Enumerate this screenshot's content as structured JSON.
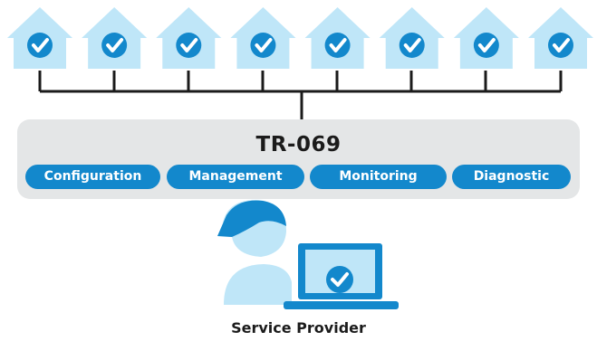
{
  "houses": [
    {
      "icon": "house-check-icon"
    },
    {
      "icon": "house-check-icon"
    },
    {
      "icon": "house-check-icon"
    },
    {
      "icon": "house-check-icon"
    },
    {
      "icon": "house-check-icon"
    },
    {
      "icon": "house-check-icon"
    },
    {
      "icon": "house-check-icon"
    },
    {
      "icon": "house-check-icon"
    }
  ],
  "protocol": {
    "title": "TR-069",
    "features": [
      "Configuration",
      "Management",
      "Monitoring",
      "Diagnostic"
    ]
  },
  "provider": {
    "label": "Service Provider",
    "icons": [
      "person-icon",
      "laptop-check-icon"
    ]
  },
  "colors": {
    "accent_blue": "#1388cc",
    "light_blue": "#bfe6f8",
    "panel_gray": "#e4e6e7",
    "text_dark": "#1b1b1b"
  }
}
